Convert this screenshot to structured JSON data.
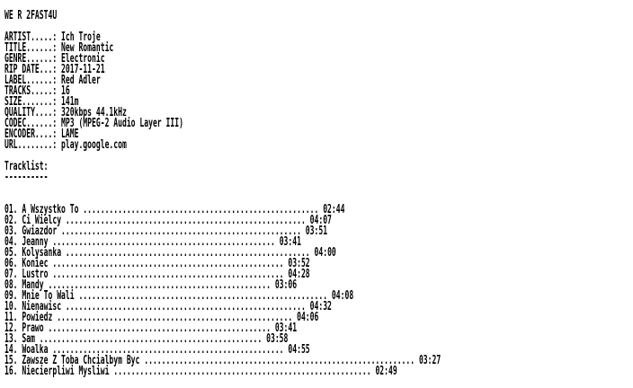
{
  "header": "WE R 2FAST4U",
  "fields": [
    {
      "label": "ARTIST.....:",
      "value": "Ich Troje"
    },
    {
      "label": "TITLE......:",
      "value": "New Romantic"
    },
    {
      "label": "GENRE......:",
      "value": "Electronic"
    },
    {
      "label": "RIP DATE...:",
      "value": "2017-11-21"
    },
    {
      "label": "LABEL......:",
      "value": "Red Adler"
    },
    {
      "label": "TRACKS.....:",
      "value": "16"
    },
    {
      "label": "SIZE.......:",
      "value": "141m"
    },
    {
      "label": "QUALITY....:",
      "value": "320kbps 44.1kHz"
    },
    {
      "label": "CODEC......:",
      "value": "MP3 (MPEG-2 Audio Layer III)"
    },
    {
      "label": "ENCODER....:",
      "value": "LAME"
    },
    {
      "label": "URL........:",
      "value": "play.google.com"
    }
  ],
  "tracklist": {
    "heading": "Tracklist:",
    "underline": "----------",
    "tracks": [
      {
        "num": "01.",
        "title": "A Wszystko To",
        "dots": " ...................................................... ",
        "time": "02:44"
      },
      {
        "num": "02.",
        "title": "Ci Wielcy",
        "dots": " ....................................................... ",
        "time": "04:07"
      },
      {
        "num": "03.",
        "title": "Gwiazdor",
        "dots": " ....................................................... ",
        "time": "03:51"
      },
      {
        "num": "04.",
        "title": "Jeanny",
        "dots": " ................................................... ",
        "time": "03:41"
      },
      {
        "num": "05.",
        "title": "Kolysanka",
        "dots": " ........................................................ ",
        "time": "04:00"
      },
      {
        "num": "06.",
        "title": "Koniec",
        "dots": " ..................................................... ",
        "time": "03:52"
      },
      {
        "num": "07.",
        "title": "Lustro",
        "dots": " ..................................................... ",
        "time": "04:28"
      },
      {
        "num": "08.",
        "title": "Mandy",
        "dots": " ................................................... ",
        "time": "03:06"
      },
      {
        "num": "09.",
        "title": "Mnie To Wali",
        "dots": " ......................................................... ",
        "time": "04:08"
      },
      {
        "num": "10.",
        "title": "Nienawisc",
        "dots": " ....................................................... ",
        "time": "04:32"
      },
      {
        "num": "11.",
        "title": "Powiedz",
        "dots": " ...................................................... ",
        "time": "04:06"
      },
      {
        "num": "12.",
        "title": "Prawo",
        "dots": " ................................................... ",
        "time": "03:41"
      },
      {
        "num": "13.",
        "title": "Sam",
        "dots": " ................................................... ",
        "time": "03:58"
      },
      {
        "num": "14.",
        "title": "Woalka",
        "dots": " ..................................................... ",
        "time": "04:55"
      },
      {
        "num": "15.",
        "title": "Zawsze Z Toba Chcialbym Byc",
        "dots": " .............................................................. ",
        "time": "03:27"
      },
      {
        "num": "16.",
        "title": "Niecierpliwi Mysliwi",
        "dots": " ........................................................... ",
        "time": "02:49"
      }
    ]
  }
}
